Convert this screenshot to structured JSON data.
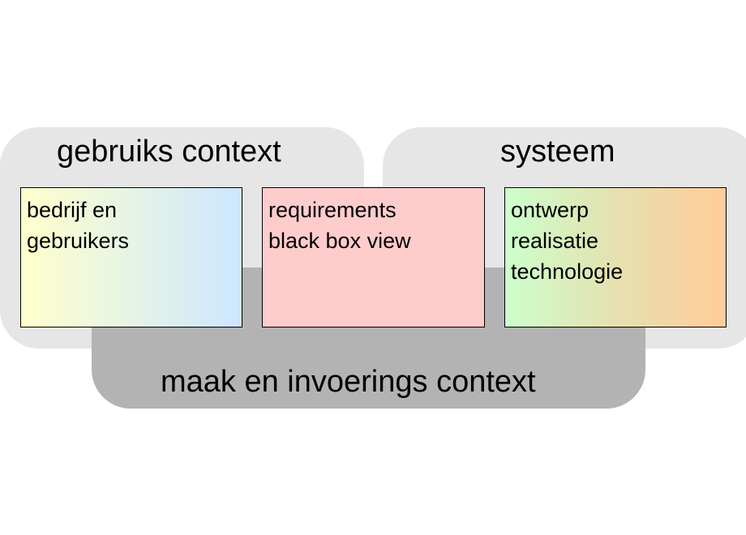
{
  "regions": {
    "usage_context": {
      "label": "gebruiks context",
      "color": "#e6e6e6"
    },
    "system": {
      "label": "systeem",
      "color": "#e6e6e6"
    },
    "make_context": {
      "label": "maak en invoerings context",
      "color": "#b3b3b3"
    }
  },
  "boxes": {
    "usage": {
      "lines": [
        "bedrijf en",
        "gebruikers"
      ],
      "gradient_colors": [
        "#ffffcc",
        "#cce6ff"
      ]
    },
    "requirements": {
      "lines": [
        "requirements",
        "black box view"
      ],
      "color": "#ffcccc"
    },
    "system": {
      "lines": [
        "ontwerp",
        "realisatie",
        "technologie"
      ],
      "gradient_colors": [
        "#ccffcc",
        "#ffcc99"
      ]
    }
  }
}
